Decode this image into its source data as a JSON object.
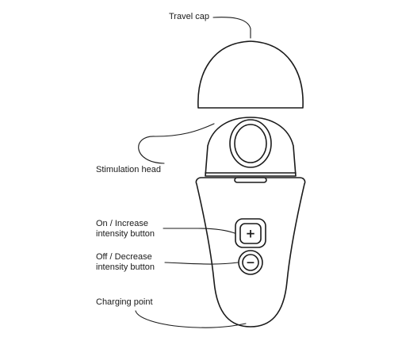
{
  "labels": {
    "travel_cap": "Travel cap",
    "stimulation_head": "Stimulation head",
    "increase_button": [
      "On / Increase",
      "intensity button"
    ],
    "decrease_button": [
      "Off / Decrease",
      "intensity button"
    ],
    "charging_point": "Charging point"
  },
  "buttons": {
    "increase_symbol": "+",
    "decrease_symbol": "−"
  },
  "colors": {
    "line": "#1a1a1a",
    "fill": "#ffffff"
  }
}
